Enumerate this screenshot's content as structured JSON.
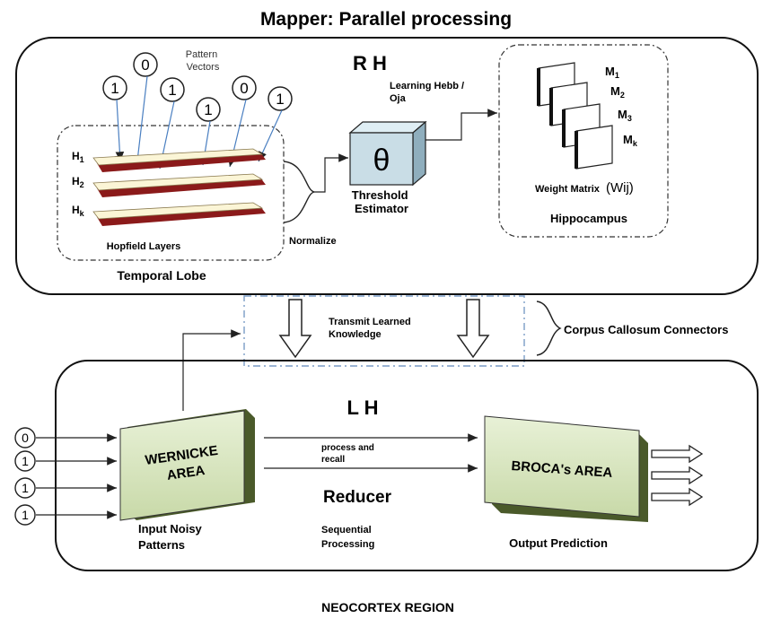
{
  "title": "Mapper: Parallel processing",
  "rh": {
    "label": "R H",
    "pattern_vectors_label": "Pattern\nVectors",
    "pattern_bits": [
      "1",
      "0",
      "1",
      "1",
      "0",
      "1"
    ],
    "layers": [
      "H1",
      "H2",
      "Hk"
    ],
    "hopfield_label": "Hopfield Layers",
    "temporal_label": "Temporal Lobe",
    "normalize_label": "Normalize",
    "theta_symbol": "θ",
    "threshold_label": "Threshold\nEstimator",
    "learning_label": "Learning Hebb /\nOja",
    "matrices": [
      "M1",
      "M2",
      "M3",
      "Mk"
    ],
    "weight_matrix_label": "Weight Matrix",
    "weight_symbol": "(Wij)",
    "hippocampus_label": "Hippocampus"
  },
  "corpus": {
    "transmit_label": "Transmit Learned\nKnowledge",
    "connectors_label": "Corpus Callosum Connectors"
  },
  "lh": {
    "label": "L H",
    "inputs": [
      "0",
      "1",
      "1",
      "1"
    ],
    "wernicke_label": "WERNICKE\nAREA",
    "broca_label": "BROCA's AREA",
    "process_label": "process and\nrecall",
    "reducer_label": "Reducer",
    "input_label": "Input  Noisy\nPatterns",
    "sequential_label": "Sequential\nProcessing",
    "output_label": "Output Prediction"
  },
  "footer": "NEOCORTEX REGION",
  "colors": {
    "layer_fill": "#fbf5d6",
    "layer_edge": "#8b1a1a",
    "box_fill": "#dbe8c4",
    "theta_fill": "#c9dde6",
    "dashed": "#7a9cc6"
  }
}
